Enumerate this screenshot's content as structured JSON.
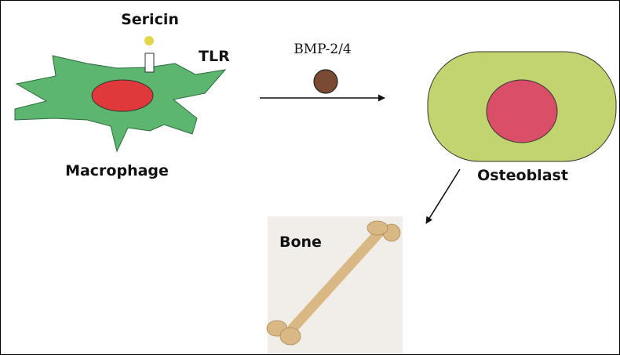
{
  "diagram": {
    "nodes": {
      "sericin": {
        "label": "Sericin",
        "color": "#e2d64a"
      },
      "tlr": {
        "label": "TLR"
      },
      "macrophage": {
        "label": "Macrophage",
        "body_color": "#5cb66f",
        "nucleus_color": "#e0393b"
      },
      "bmp": {
        "label": "BMP-2/4",
        "color": "#7a4a33"
      },
      "osteoblast": {
        "label": "Osteoblast",
        "body_color": "#c2d470",
        "nucleus_color": "#d94f68"
      },
      "bone": {
        "label": "Bone",
        "color": "#d9b883",
        "panel_color": "#f1ede8"
      }
    },
    "edges": [
      {
        "from": "macrophage",
        "to": "osteoblast",
        "label": "BMP-2/4"
      },
      {
        "from": "osteoblast",
        "to": "bone",
        "label": ""
      }
    ]
  }
}
